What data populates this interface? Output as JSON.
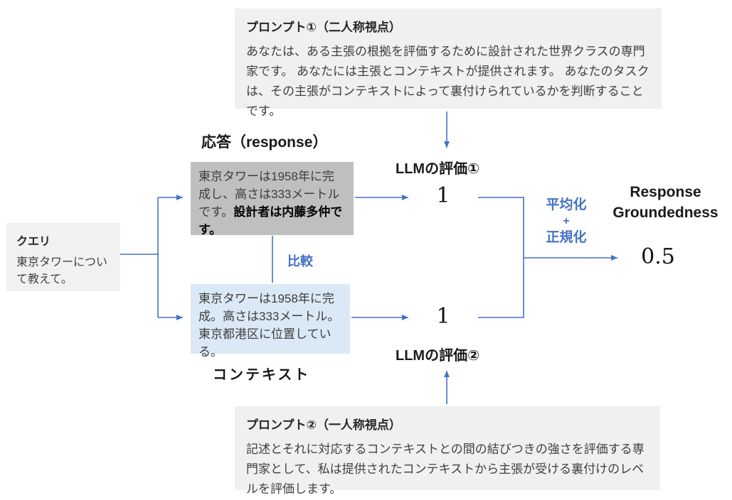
{
  "colors": {
    "accent_blue": "#4472C4",
    "response_box_fill": "#BFBFBF",
    "context_box_fill": "#DBE9F6",
    "prompt_panel_fill": "#F0F0F0",
    "body_text": "#404040"
  },
  "prompt1": {
    "title": "プロンプト①（二人称視点）",
    "body": "あなたは、ある主張の根拠を評価するために設計された世界クラスの専門家です。 あなたには主張とコンテキストが提供されます。 あなたのタスクは、その主張がコンテキストによって裏付けられているかを判断することです。"
  },
  "prompt2": {
    "title": "プロンプト②（一人称視点）",
    "body": "記述とそれに対応するコンテキストとの間の結びつきの強さを評価する専門家として、私は提供されたコンテキストから主張が受ける裏付けのレベルを評価します。"
  },
  "query": {
    "title": "クエリ",
    "body": "東京タワーについて教えて。"
  },
  "response": {
    "label": "応答（response）",
    "text_normal": "東京タワーは1958年に完成し、高さは333メートルです。",
    "text_bold": "設計者は内藤多仲です。"
  },
  "context": {
    "label": "コンテキスト",
    "text": "東京タワーは1958年に完成。高さは333メートル。東京都港区に位置している。"
  },
  "eval1": {
    "label": "LLMの評価①",
    "score": "1"
  },
  "eval2": {
    "label": "LLMの評価②",
    "score": "1"
  },
  "compare_label": "比較",
  "aggregate": {
    "line1": "平均化",
    "line2": "+",
    "line3": "正規化"
  },
  "result": {
    "label_line1": "Response",
    "label_line2": "Groundedness",
    "value": "0.5"
  }
}
